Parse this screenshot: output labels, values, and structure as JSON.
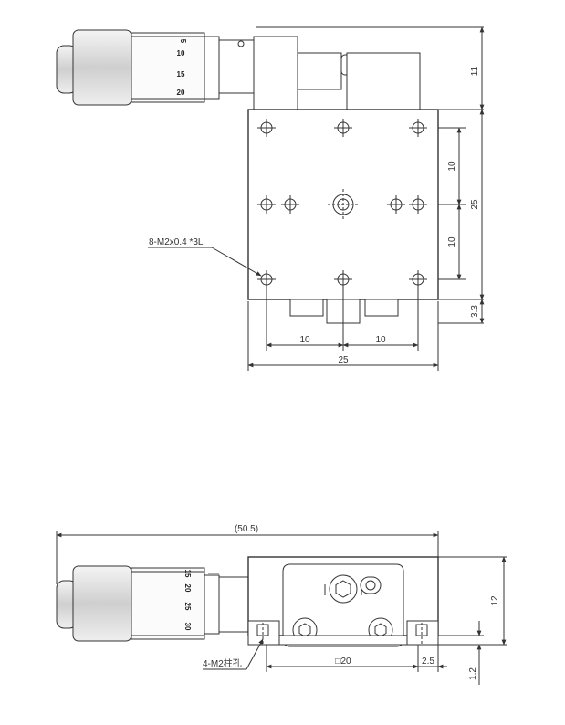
{
  "top_view": {
    "dims": {
      "right_height": "11",
      "vertical_span": "25",
      "upper_pitch": "10",
      "lower_pitch": "10",
      "bottom_offset": "3.3",
      "h_pitch_left": "10",
      "h_pitch_right": "10",
      "width": "25"
    },
    "callout": "8-M2x0.4 *3L",
    "scale_numbers": [
      "5",
      "10",
      "15",
      "20"
    ]
  },
  "side_view": {
    "dims": {
      "overall_length": "(50.5)",
      "height": "12",
      "base_height": "1.2",
      "hole_square": "□20",
      "edge_offset": "2.5"
    },
    "callout": "4-M2柱孔",
    "scale_numbers": [
      "15",
      "20",
      "25",
      "30"
    ]
  },
  "colors": {
    "line": "#333333",
    "body_fill": "#ffffff",
    "knob_shade": "#d8d8d8"
  }
}
